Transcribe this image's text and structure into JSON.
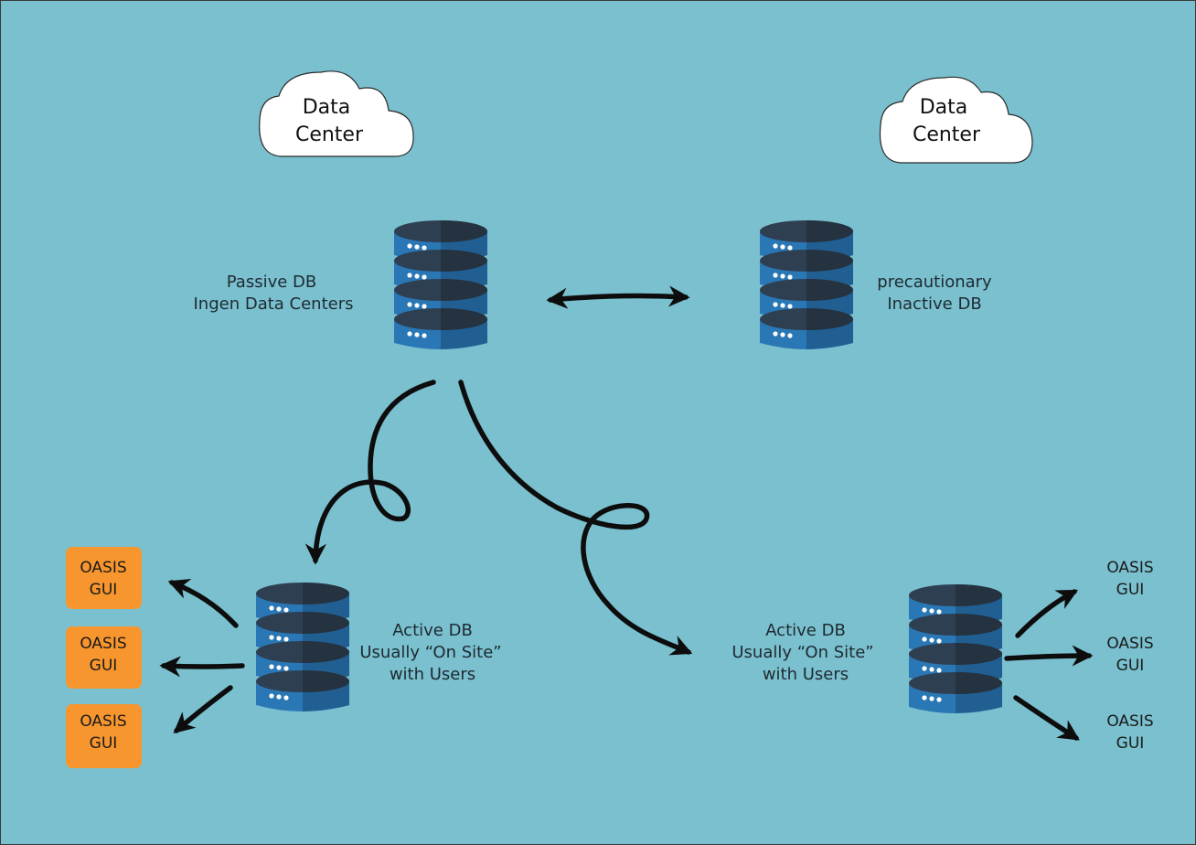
{
  "colors": {
    "background": "#7ac0cf",
    "db_body": "#2a77b5",
    "db_body_dark": "#215f93",
    "db_top": "#2e3f52",
    "gui_box": "#f7962e",
    "arrow": "#0d0d0d",
    "cloud": "#ffffff"
  },
  "clouds": {
    "left": {
      "line1": "Data",
      "line2": "Center"
    },
    "right": {
      "line1": "Data",
      "line2": "Center"
    }
  },
  "databases": {
    "passive": {
      "icon": "database-icon",
      "line1": "Passive DB",
      "line2": "Ingen Data Centers"
    },
    "inactive": {
      "icon": "database-icon",
      "line1": "precautionary",
      "line2": "Inactive DB"
    },
    "active_left": {
      "icon": "database-icon",
      "line1": "Active DB",
      "line2": "Usually “On Site”",
      "line3": "with Users"
    },
    "active_right": {
      "icon": "database-icon",
      "line1": "Active DB",
      "line2": "Usually “On Site”",
      "line3": "with Users"
    }
  },
  "gui_left": [
    {
      "line1": "OASIS",
      "line2": "GUI"
    },
    {
      "line1": "OASIS",
      "line2": "GUI"
    },
    {
      "line1": "OASIS",
      "line2": "GUI"
    }
  ],
  "gui_right": [
    {
      "line1": "OASIS",
      "line2": "GUI"
    },
    {
      "line1": "OASIS",
      "line2": "GUI"
    },
    {
      "line1": "OASIS",
      "line2": "GUI"
    }
  ]
}
